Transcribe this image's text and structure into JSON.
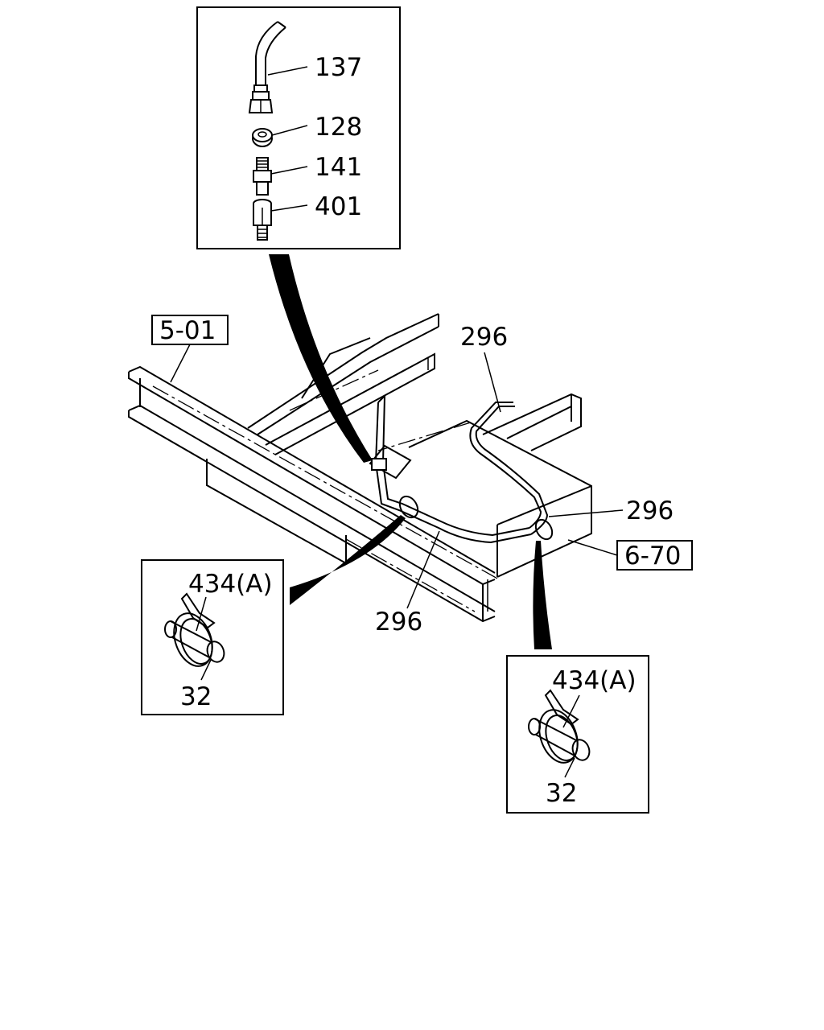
{
  "callouts": {
    "hose_137": "137",
    "washer_128": "128",
    "union_141": "141",
    "nut_401": "401",
    "pipe_296_top": "296",
    "pipe_296_right": "296",
    "pipe_296_bottom": "296",
    "clip_left": "434(A)",
    "clip_right": "434(A)",
    "clamp_left": "32",
    "clamp_right": "32"
  },
  "references": {
    "frame": "5-01",
    "tank": "6-70"
  }
}
